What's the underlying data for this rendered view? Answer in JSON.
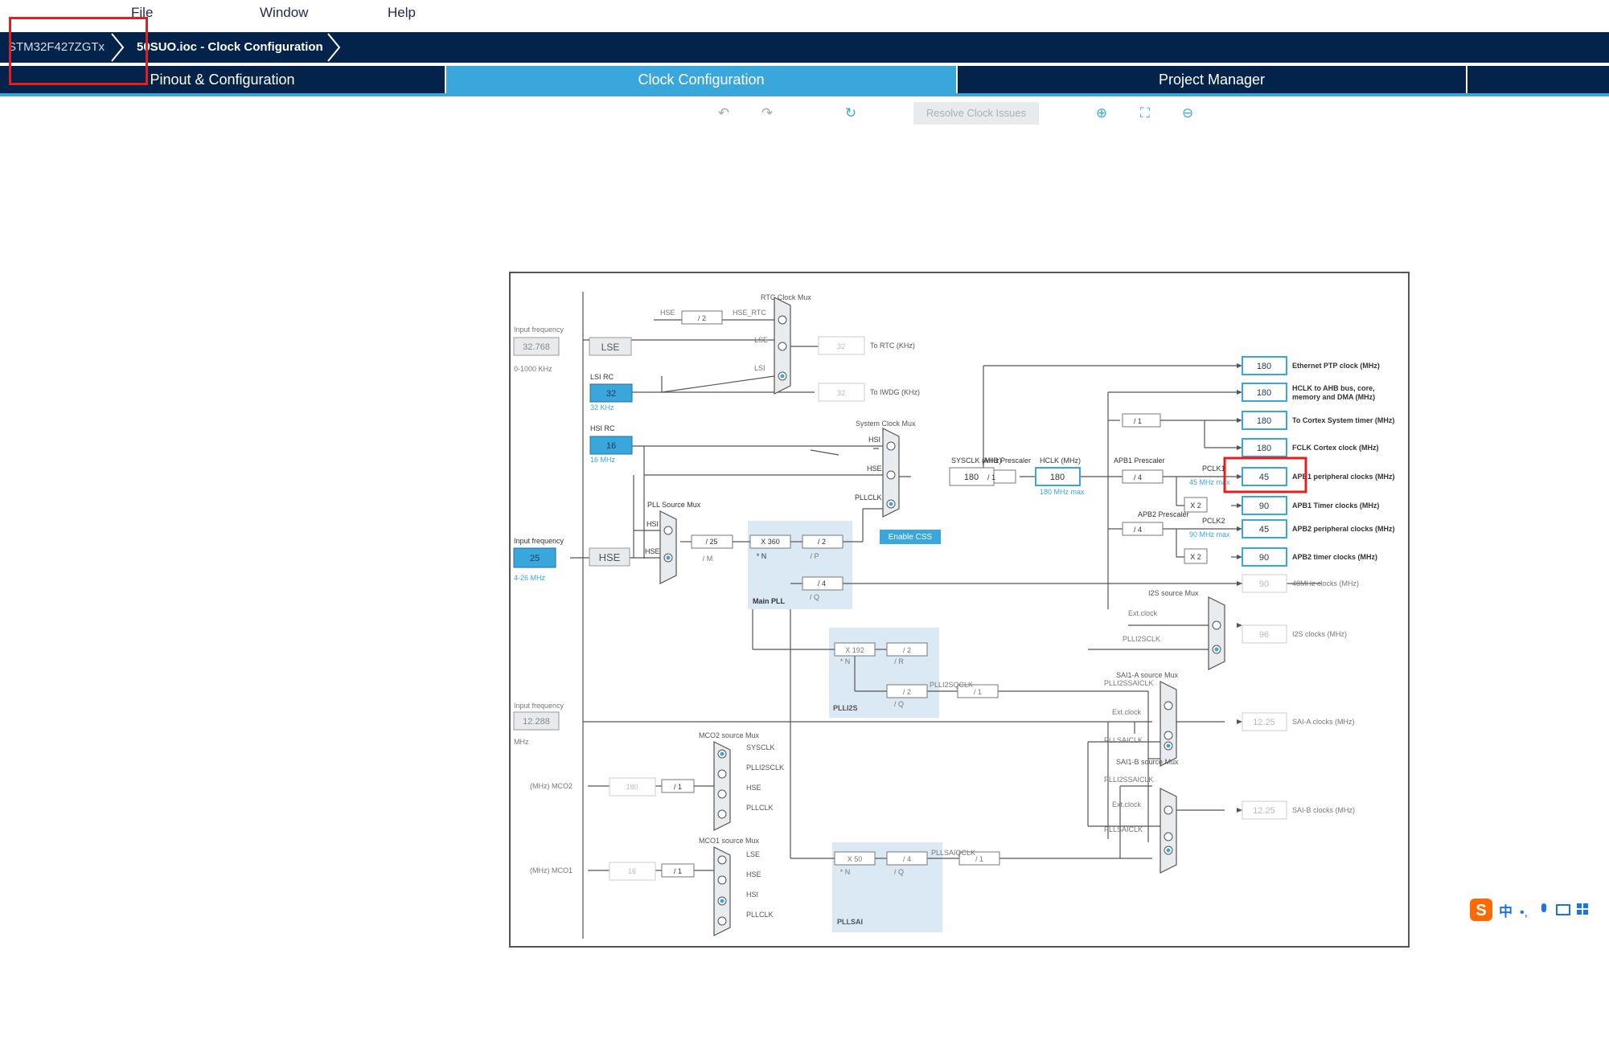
{
  "menu": {
    "file": "File",
    "window": "Window",
    "help": "Help"
  },
  "breadcrumb": {
    "device": "STM32F427ZGTx",
    "file": "50SUO.ioc - Clock Configuration"
  },
  "tabs": {
    "pinout": "Pinout & Configuration",
    "clock": "Clock Configuration",
    "project": "Project Manager"
  },
  "toolbar": {
    "resolve": "Resolve Clock Issues"
  },
  "diagram": {
    "input_frequency": "Input frequency",
    "lse_freq": "32.768",
    "lse_range": "0-1000 KHz",
    "lse_label": "LSE",
    "lsi_rc": "LSI RC",
    "lsi_value": "32",
    "lsi_unit": "32 KHz",
    "hsi_rc": "HSI RC",
    "hsi_value": "16",
    "hsi_unit": "16 MHz",
    "hse_freq": "25",
    "hse_range": "4-26 MHz",
    "hse_label": "HSE",
    "rtc_mux": "RTC Clock Mux",
    "hse_rtc": "HSE_RTC",
    "div2": "/ 2",
    "lse": "LSE",
    "lsi": "LSI",
    "hse": "HSE",
    "hsi": "HSI",
    "rtc_out": "32",
    "to_rtc": "To RTC (KHz)",
    "iwdg_out": "32",
    "to_iwdg": "To IWDG (KHz)",
    "sys_mux": "System Clock Mux",
    "pllclk": "PLLCLK",
    "enable_css": "Enable CSS",
    "pll_src_mux": "PLL Source Mux",
    "div_m": "/ 25",
    "m": "/ M",
    "x360": "X 360",
    "n": "* N",
    "div_p": "/ 2",
    "p": "/ P",
    "div_q": "/ 4",
    "q": "/ Q",
    "main_pll": "Main PLL",
    "sysclk_label": "SYSCLK (MHz)",
    "sysclk": "180",
    "ahb_label": "AHB Prescaler",
    "ahb": "/ 1",
    "hclk_label": "HCLK (MHz)",
    "hclk": "180",
    "hclk_max": "180 MHz max",
    "apb1_label": "APB1 Prescaler",
    "apb1": "/ 4",
    "pclk1": "PCLK1",
    "pclk1_max": "45 MHz max",
    "apb2_label": "APB2 Prescaler",
    "apb2": "/ 4",
    "pclk2": "PCLK2",
    "pclk2_max": "90 MHz max",
    "cortex_div": "/ 1",
    "x2": "X 2",
    "out_eth": "180",
    "lbl_eth": "Ethernet PTP clock (MHz)",
    "out_hclk": "180",
    "lbl_hclk": "HCLK to AHB bus, core,",
    "lbl_hclk2": "memory and DMA (MHz)",
    "out_cortex": "180",
    "lbl_cortex": "To Cortex System timer (MHz)",
    "out_fclk": "180",
    "lbl_fclk": "FCLK Cortex clock (MHz)",
    "out_apb1p": "45",
    "lbl_apb1p": "APB1 peripheral clocks (MHz)",
    "out_apb1t": "90",
    "lbl_apb1t": "APB1 Timer clocks (MHz)",
    "out_apb2p": "45",
    "lbl_apb2p": "APB2 peripheral clocks (MHz)",
    "out_apb2t": "90",
    "lbl_apb2t": "APB2 timer clocks (MHz)",
    "out_48": "90",
    "lbl_48": "48MHz clocks (MHz)",
    "i2s_mux": "I2S source Mux",
    "ext_clock": "Ext.clock",
    "plli2sclk": "PLLI2SCLK",
    "out_i2s": "96",
    "lbl_i2s": "I2S clocks (MHz)",
    "x192": "X 192",
    "i2s_r": "/ 2",
    "r": "/ R",
    "i2s_q": "/ 2",
    "plli2s": "PLLI2S",
    "plli2sqclk": "PLLI2SQCLK",
    "div1": "/ 1",
    "saia_mux": "SAI1-A source Mux",
    "plli2ssaiclk": "PLLI2SSAICLK",
    "ext_clock2": "Ext.clock",
    "pllsaiclk": "PLLSAICLK",
    "out_saia": "12.25",
    "lbl_saia": "SAI-A clocks (MHz)",
    "ext_freq": "12.288",
    "mhz": "MHz",
    "saib_mux": "SAI1-B source Mux",
    "out_saib": "12.25",
    "lbl_saib": "SAI-B clocks (MHz)",
    "mco2_mux": "MCO2 source Mux",
    "sysclk_in": "SYSCLK",
    "mco2_label": "(MHz) MCO2",
    "mco2_val": "180",
    "mco2_div": "/ 1",
    "mco1_mux": "MCO1 source Mux",
    "mco1_label": "(MHz) MCO1",
    "mco1_val": "16",
    "mco1_div": "/ 1",
    "x50": "X 50",
    "sai_q": "/ 4",
    "pllsai": "PLLSAI",
    "pllsaiqclk": "PLLSAIQCLK",
    "div1b": "/ 1"
  },
  "ime": {
    "mode": "中"
  }
}
